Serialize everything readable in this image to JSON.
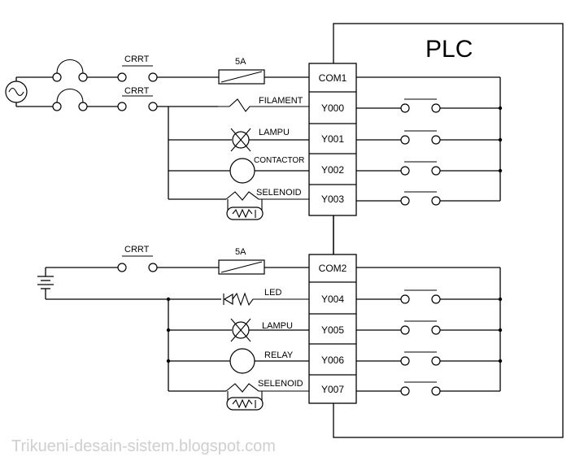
{
  "plc_label": "PLC",
  "watermark": "Trikueni-desain-sistem.blogspot.com",
  "top_circuit": {
    "breaker_label": "CRRT",
    "breaker_label_2": "CRRT",
    "fuse_label": "5A",
    "common": "COM1",
    "outputs": [
      {
        "terminal": "Y000",
        "device": "FILAMENT"
      },
      {
        "terminal": "Y001",
        "device": "LAMPU"
      },
      {
        "terminal": "Y002",
        "device": "CONTACTOR"
      },
      {
        "terminal": "Y003",
        "device": "SELENOID"
      }
    ]
  },
  "bottom_circuit": {
    "breaker_label": "CRRT",
    "fuse_label": "5A",
    "common": "COM2",
    "outputs": [
      {
        "terminal": "Y004",
        "device": "LED"
      },
      {
        "terminal": "Y005",
        "device": "LAMPU"
      },
      {
        "terminal": "Y006",
        "device": "RELAY"
      },
      {
        "terminal": "Y007",
        "device": "SELENOID"
      }
    ]
  }
}
